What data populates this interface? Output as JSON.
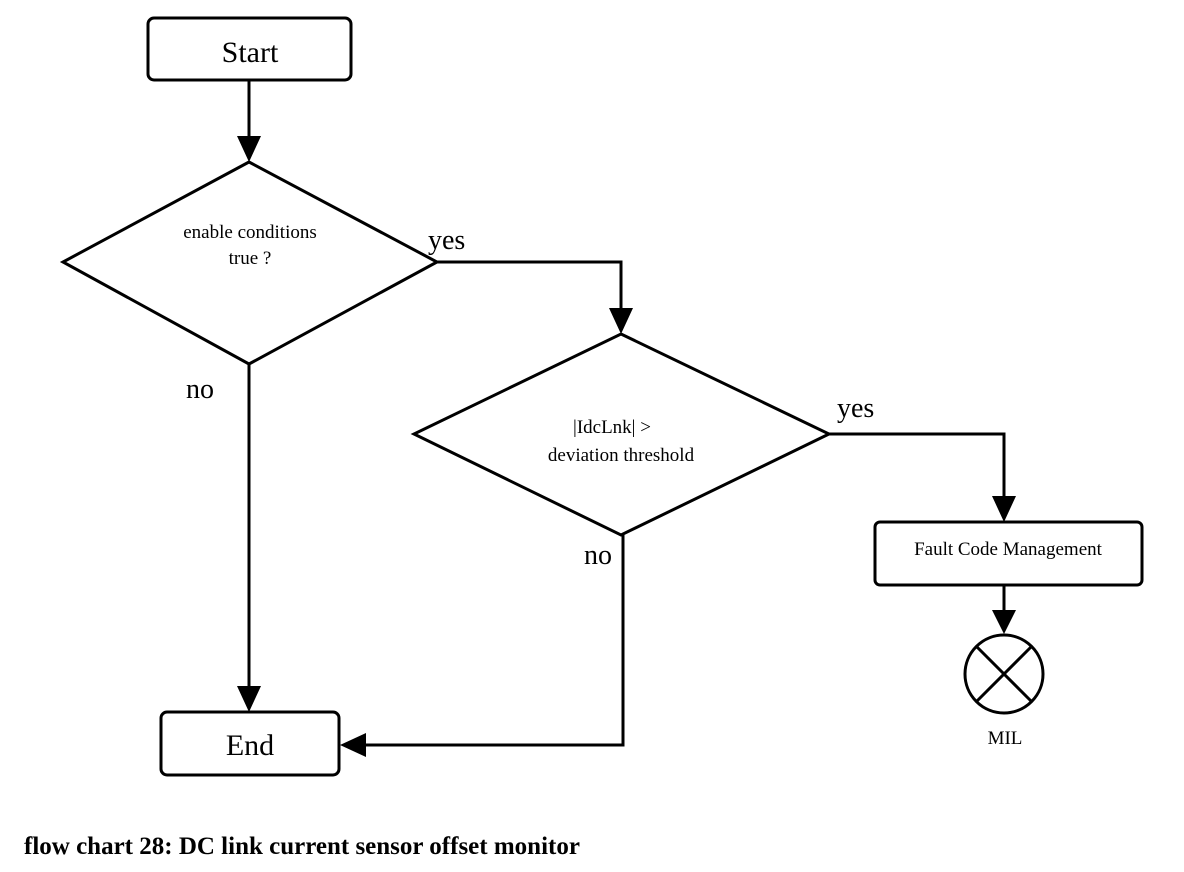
{
  "nodes": {
    "start": "Start",
    "decision1_line1": "enable conditions",
    "decision1_line2": "true ?",
    "decision2_line1": "|IdcLnk|  >",
    "decision2_line2": "deviation threshold",
    "fault": "Fault Code Management",
    "end": "End",
    "mil": "MIL"
  },
  "edges": {
    "d1_yes": "yes",
    "d1_no": "no",
    "d2_yes": "yes",
    "d2_no": "no"
  },
  "caption": "flow chart 28: DC link current sensor offset monitor"
}
